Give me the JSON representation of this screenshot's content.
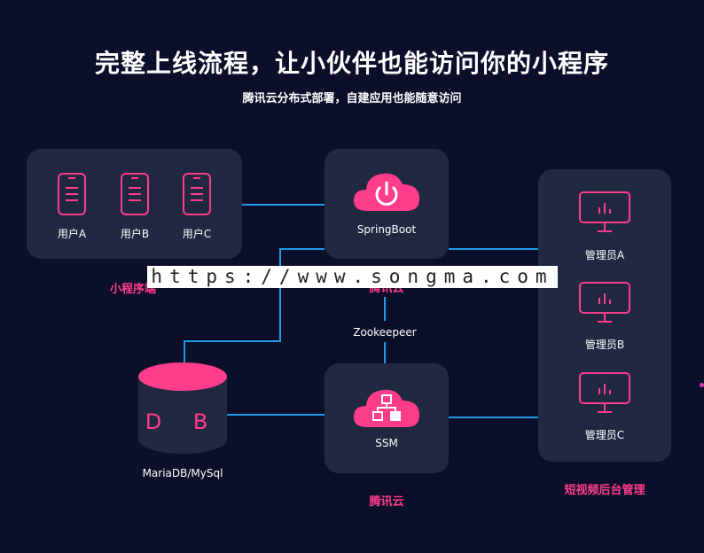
{
  "header": {
    "title": "完整上线流程，让小伙伴也能访问你的小程序",
    "subtitle": "腾讯云分布式部署，自建应用也能随意访问"
  },
  "users": [
    {
      "label": "用户A"
    },
    {
      "label": "用户B"
    },
    {
      "label": "用户C"
    }
  ],
  "users_caption": "小程序端",
  "springboot": {
    "label": "SpringBoot",
    "caption": "腾讯云"
  },
  "zookeeper": "Zookeepeer",
  "ssm": {
    "label": "SSM",
    "caption": "腾讯云"
  },
  "database": {
    "icon_text": "D B",
    "label": "MariaDB/MySql"
  },
  "admins": [
    {
      "label": "管理员A"
    },
    {
      "label": "管理员B"
    },
    {
      "label": "管理员C"
    }
  ],
  "admins_caption": "短视频后台管理",
  "watermark": "https://www.songma.com",
  "colors": {
    "background": "#0b0f2a",
    "panel": "#202842",
    "accent": "#ff3d8b",
    "line": "#1e9be8"
  }
}
